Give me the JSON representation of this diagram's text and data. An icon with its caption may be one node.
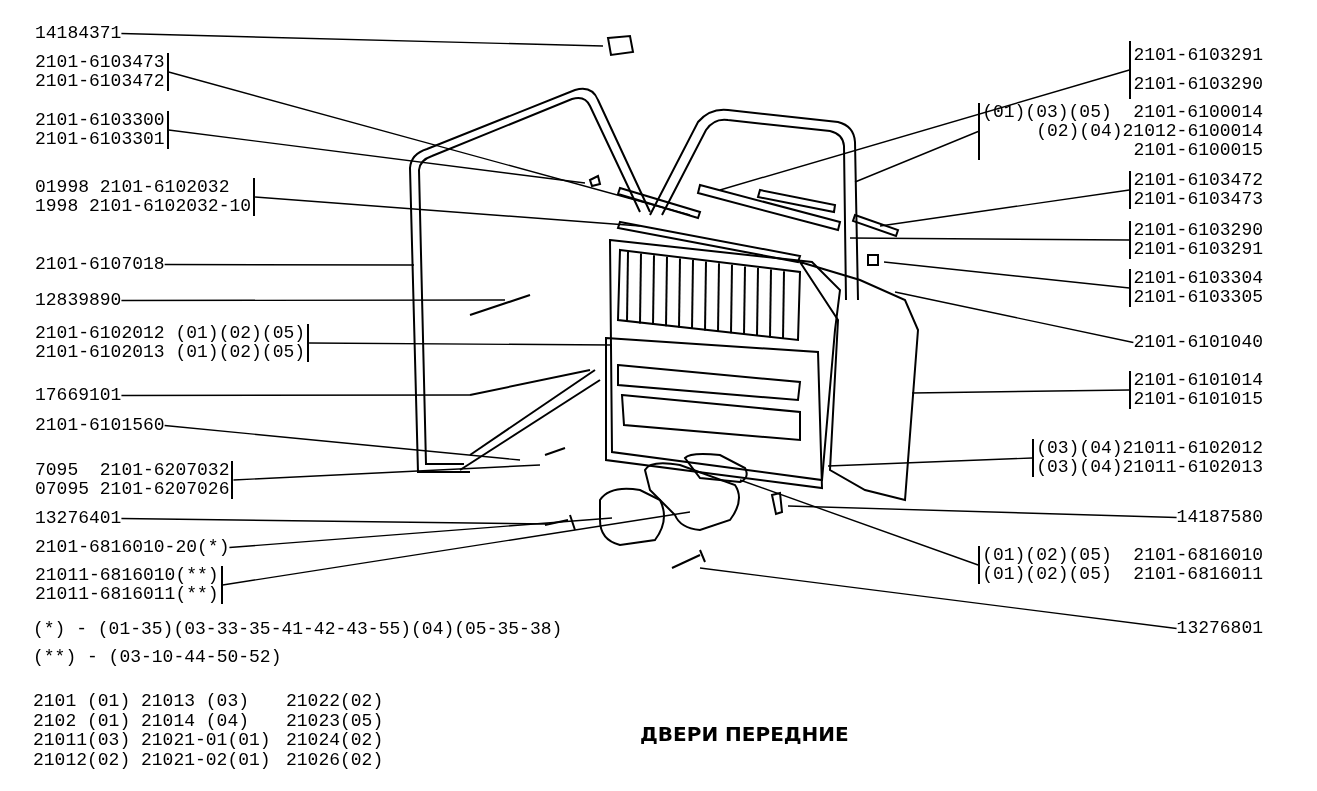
{
  "diagram": {
    "title": "ДВЕРИ ПЕРЕДНИЕ",
    "nodes": [
      {
        "text": [
          "14184371"
        ]
      },
      {
        "text": [
          "2101-6103473",
          "2101-6103472"
        ]
      },
      {
        "text": [
          "2101-6103300",
          "2101-6103301"
        ]
      },
      {
        "text": [
          "01998 2101-6102032",
          "1998 2101-6102032-10"
        ]
      },
      {
        "text": [
          "2101-6107018"
        ]
      },
      {
        "text": [
          "12839890"
        ]
      },
      {
        "text": [
          "2101-6102012 (01)(02)(05)",
          "2101-6102013 (01)(02)(05)"
        ]
      },
      {
        "text": [
          "17669101"
        ]
      },
      {
        "text": [
          "2101-6101560"
        ]
      },
      {
        "text": [
          "7095  2101-6207032",
          "07095 2101-6207026"
        ]
      },
      {
        "text": [
          "13276401"
        ]
      },
      {
        "text": [
          "2101-6816010-20(*)"
        ]
      },
      {
        "text": [
          "21011-6816010(**)",
          "21011-6816011(**)"
        ]
      },
      {
        "text": [
          "2101-6103291",
          "2101-6103290"
        ]
      },
      {
        "text": [
          "(01)(03)(05)  2101-6100014",
          "(02)(04)21012-6100014",
          "2101-6100015"
        ]
      },
      {
        "text": [
          "2101-6103472",
          "2101-6103473"
        ]
      },
      {
        "text": [
          "2101-6103290",
          "2101-6103291"
        ]
      },
      {
        "text": [
          "2101-6103304",
          "2101-6103305"
        ]
      },
      {
        "text": [
          "2101-6101040"
        ]
      },
      {
        "text": [
          "2101-6101014",
          "2101-6101015"
        ]
      },
      {
        "text": [
          "(03)(04)21011-6102012",
          "(03)(04)21011-6102013"
        ]
      },
      {
        "text": [
          "14187580"
        ]
      },
      {
        "text": [
          "(01)(02)(05)  2101-6816010",
          "(01)(02)(05)  2101-6816011"
        ]
      },
      {
        "text": [
          "13276801"
        ]
      }
    ],
    "edges": [
      {
        "from": 0,
        "to": null,
        "arrow": "none"
      },
      {
        "from": 1,
        "to": null,
        "arrow": "none"
      },
      {
        "from": 2,
        "to": null,
        "arrow": "none"
      },
      {
        "from": 3,
        "to": null,
        "arrow": "none"
      },
      {
        "from": 4,
        "to": null,
        "arrow": "none"
      },
      {
        "from": 5,
        "to": null,
        "arrow": "none"
      },
      {
        "from": 6,
        "to": null,
        "arrow": "none"
      },
      {
        "from": 7,
        "to": null,
        "arrow": "none"
      },
      {
        "from": 8,
        "to": null,
        "arrow": "none"
      },
      {
        "from": 9,
        "to": null,
        "arrow": "none"
      },
      {
        "from": 10,
        "to": null,
        "arrow": "none"
      },
      {
        "from": 11,
        "to": null,
        "arrow": "none"
      },
      {
        "from": 12,
        "to": null,
        "arrow": "none"
      },
      {
        "from": 13,
        "to": null,
        "arrow": "none"
      },
      {
        "from": 14,
        "to": null,
        "arrow": "none"
      },
      {
        "from": 15,
        "to": null,
        "arrow": "none"
      },
      {
        "from": 16,
        "to": null,
        "arrow": "none"
      },
      {
        "from": 17,
        "to": null,
        "arrow": "none"
      },
      {
        "from": 18,
        "to": null,
        "arrow": "none"
      },
      {
        "from": 19,
        "to": null,
        "arrow": "none"
      },
      {
        "from": 20,
        "to": null,
        "arrow": "none"
      },
      {
        "from": 21,
        "to": null,
        "arrow": "none"
      },
      {
        "from": 22,
        "to": null,
        "arrow": "none"
      },
      {
        "from": 23,
        "to": null,
        "arrow": "none"
      }
    ],
    "labels": [
      "(*) - (01-35)(03-33-35-41-42-43-55)(04)(05-35-38)",
      "(**) - (03-10-44-50-52)",
      "2101 (01)",
      "21013 (03)",
      "21022(02)",
      "2102 (01)",
      "21014 (04)",
      "21023(05)",
      "21011(03)",
      "21021-01(01)",
      "21024(02)",
      "21012(02)",
      "21021-02(01)",
      "21026(02)"
    ]
  }
}
